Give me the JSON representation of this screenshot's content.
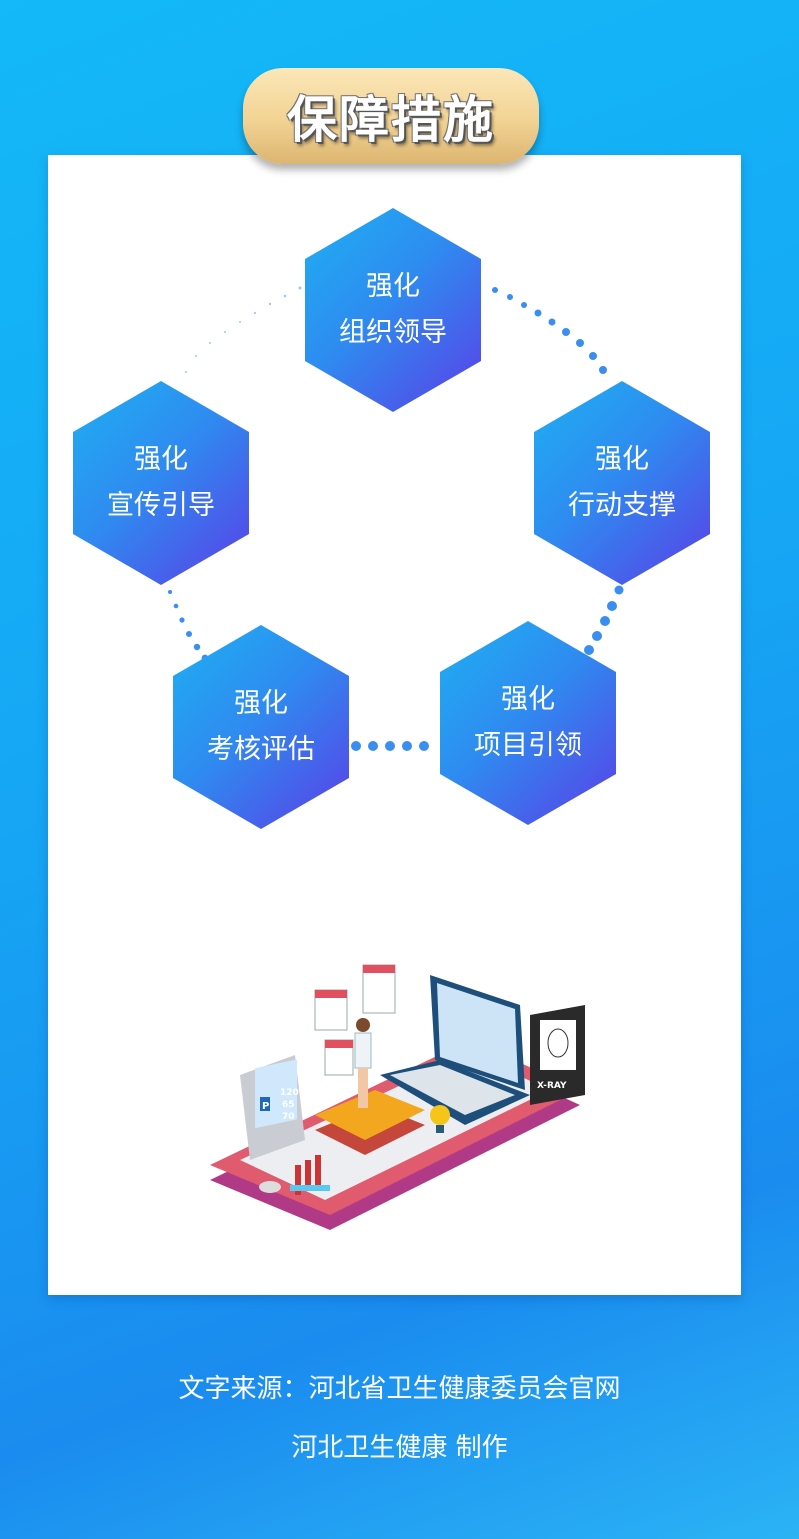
{
  "title": "保障措施",
  "measures": [
    {
      "line1": "强化",
      "line2": "组织领导"
    },
    {
      "line1": "强化",
      "line2": "宣传引导"
    },
    {
      "line1": "强化",
      "line2": "行动支撑"
    },
    {
      "line1": "强化",
      "line2": "考核评估"
    },
    {
      "line1": "强化",
      "line2": "项目引领"
    }
  ],
  "illustration": {
    "bp_values": [
      "120",
      "65",
      "70"
    ],
    "bp_icon": "P",
    "xray_label": "X-RAY"
  },
  "footer": {
    "source": "文字来源：河北省卫生健康委员会官网",
    "credit": "河北卫生健康 制作"
  },
  "colors": {
    "hex_start": "#1eb0f2",
    "hex_end": "#5a3fe6",
    "dots": "#3a8ef0"
  }
}
